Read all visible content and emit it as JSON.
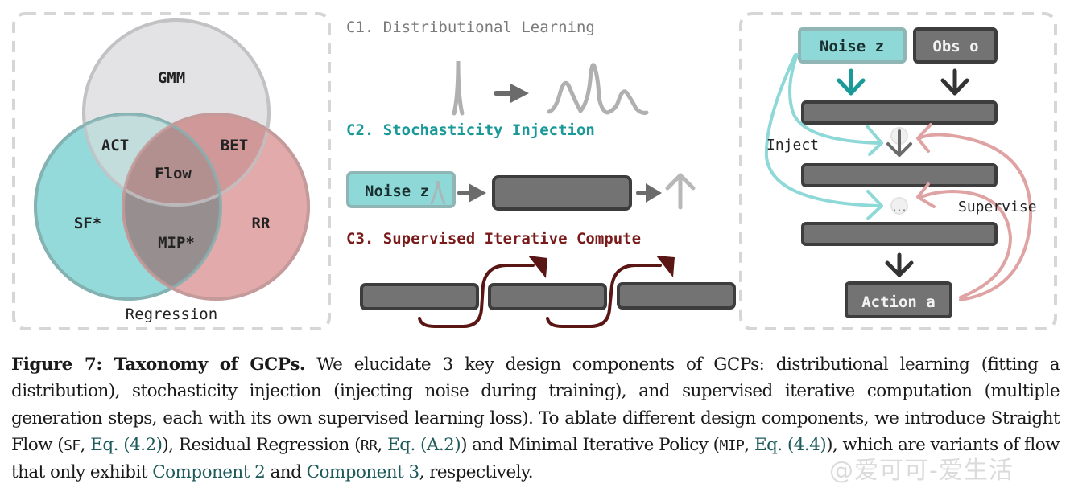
{
  "venn": {
    "circles": [
      {
        "name": "GMM",
        "color": "#e3e3e5"
      },
      {
        "name": "SF*",
        "color": "#8ed8d8"
      },
      {
        "name": "RR",
        "color": "#e0a3a3"
      }
    ],
    "labels": {
      "gmm": "GMM",
      "act": "ACT",
      "bet": "BET",
      "flow": "Flow",
      "sf": "SF*",
      "mip": "MIP*",
      "rr": "RR",
      "regression": "Regression"
    }
  },
  "components": {
    "c1": {
      "title": "C1. Distributional Learning",
      "color": "#7a7a7a"
    },
    "c2": {
      "title": "C2. Stochasticity Injection",
      "color": "#1a9999",
      "noise_label": "Noise z"
    },
    "c3": {
      "title": "C3. Supervised Iterative Compute",
      "color": "#7a1a1a"
    }
  },
  "architecture": {
    "noise_label": "Noise z",
    "obs_label": "Obs o",
    "action_label": "Action a",
    "inject_label": "Inject",
    "supervise_label": "Supervise",
    "ellipsis": "..."
  },
  "colors": {
    "teal": "#8ed8d8",
    "teal_dark": "#1a9999",
    "block": "#737373",
    "block_border": "#3d3d3d",
    "red_arrow": "#e0a3a3",
    "c3_arrow": "#5a1515"
  },
  "caption": {
    "fig_label": "Figure 7: Taxonomy of GCPs.",
    "t1": " We elucidate 3 key design components of GCPs: distributional learning (fitting a distribution), stochasticity injection (injecting noise during training), and supervised iterative computation (multiple generation steps, each with its own supervised learning loss). To ablate different design components, we introduce Straight Flow (",
    "sf": "SF",
    "t2": ", ",
    "ref1": "Eq. (4.2)",
    "t3": "), Residual Regression (",
    "rr": "RR",
    "t4": ", ",
    "ref2": "Eq. (A.2)",
    "t5": ") and Minimal Iterative Policy (",
    "mip": "MIP",
    "t6": ", ",
    "ref3": "Eq. (4.4)",
    "t7": "), which are variants of flow that only exhibit ",
    "ref4": "Component 2",
    "t8": " and ",
    "ref5": "Component 3",
    "t9": ", respectively."
  },
  "watermark": "@爱可可-爱生活"
}
